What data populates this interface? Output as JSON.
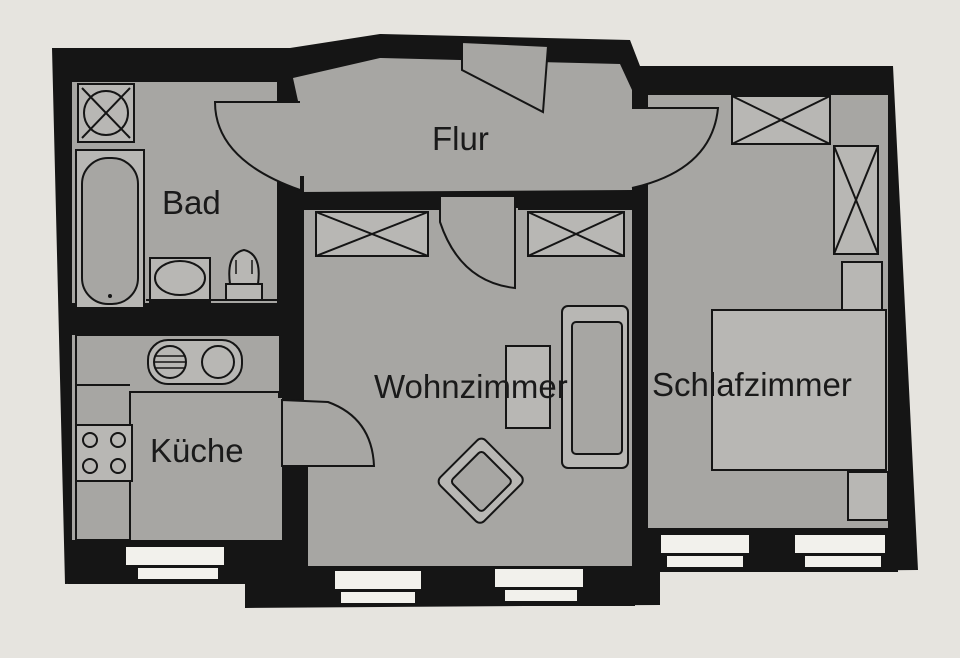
{
  "floorplan": {
    "rooms": {
      "flur": "Flur",
      "bad": "Bad",
      "wohnzimmer": "Wohnzimmer",
      "schlafzimmer": "Schlafzimmer",
      "kueche": "Küche"
    },
    "colors": {
      "paper": "#e6e4df",
      "floor": "#a7a6a3",
      "wall": "#151515",
      "fixture_fill": "#b8b7b4",
      "window": "#f2f1ec"
    }
  }
}
